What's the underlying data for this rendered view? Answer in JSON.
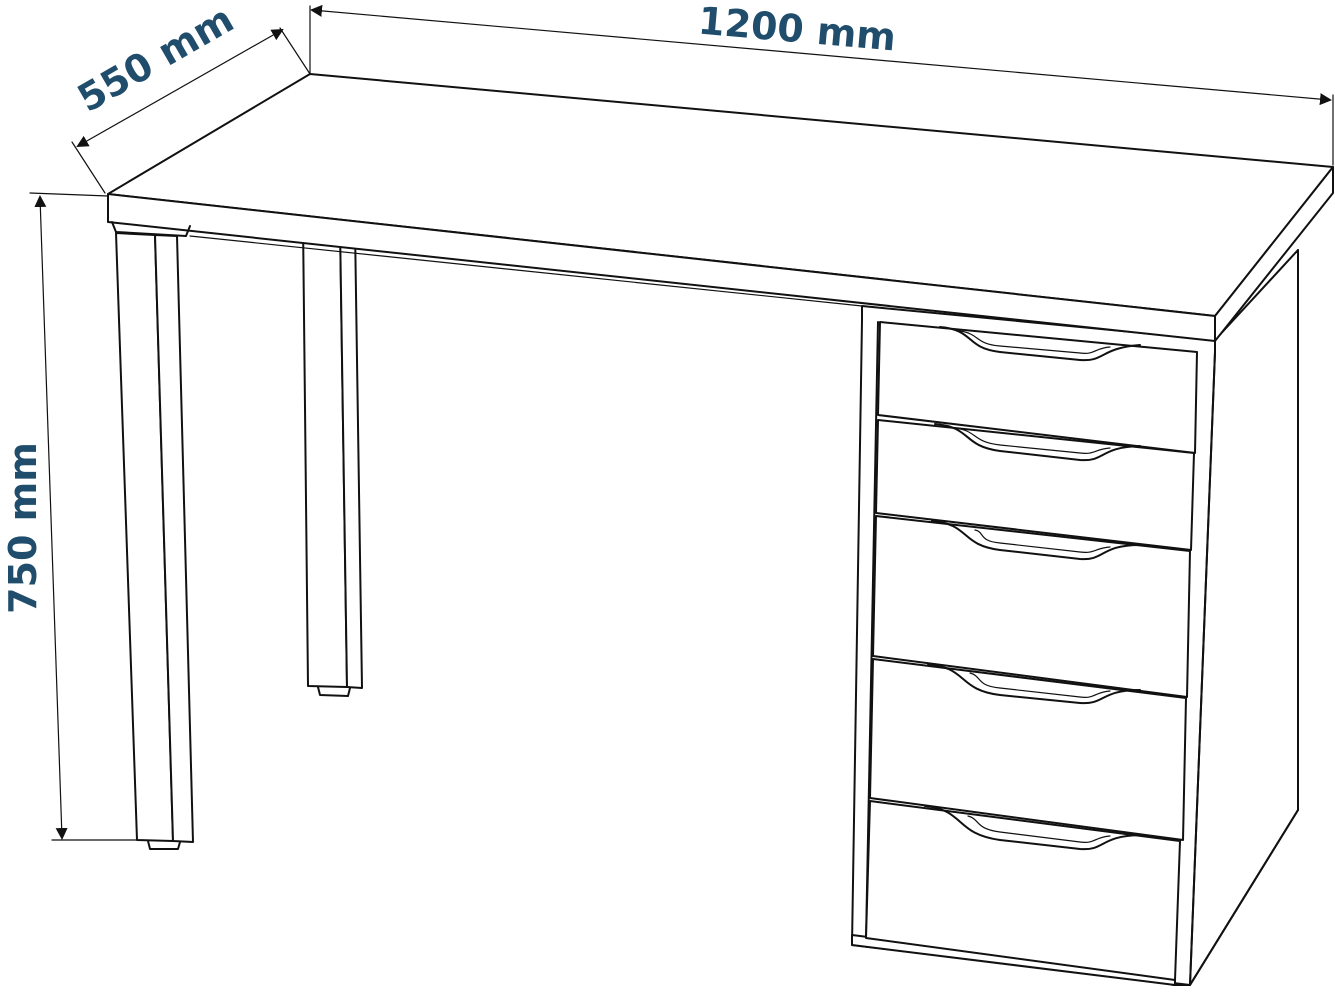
{
  "dimensions": {
    "width_label": "1200 mm",
    "depth_label": "550 mm",
    "height_label": "750 mm"
  },
  "colors": {
    "dimension_text": "#1f4d6b",
    "line": "#111111",
    "background": "#ffffff"
  },
  "drawer_count": 5
}
